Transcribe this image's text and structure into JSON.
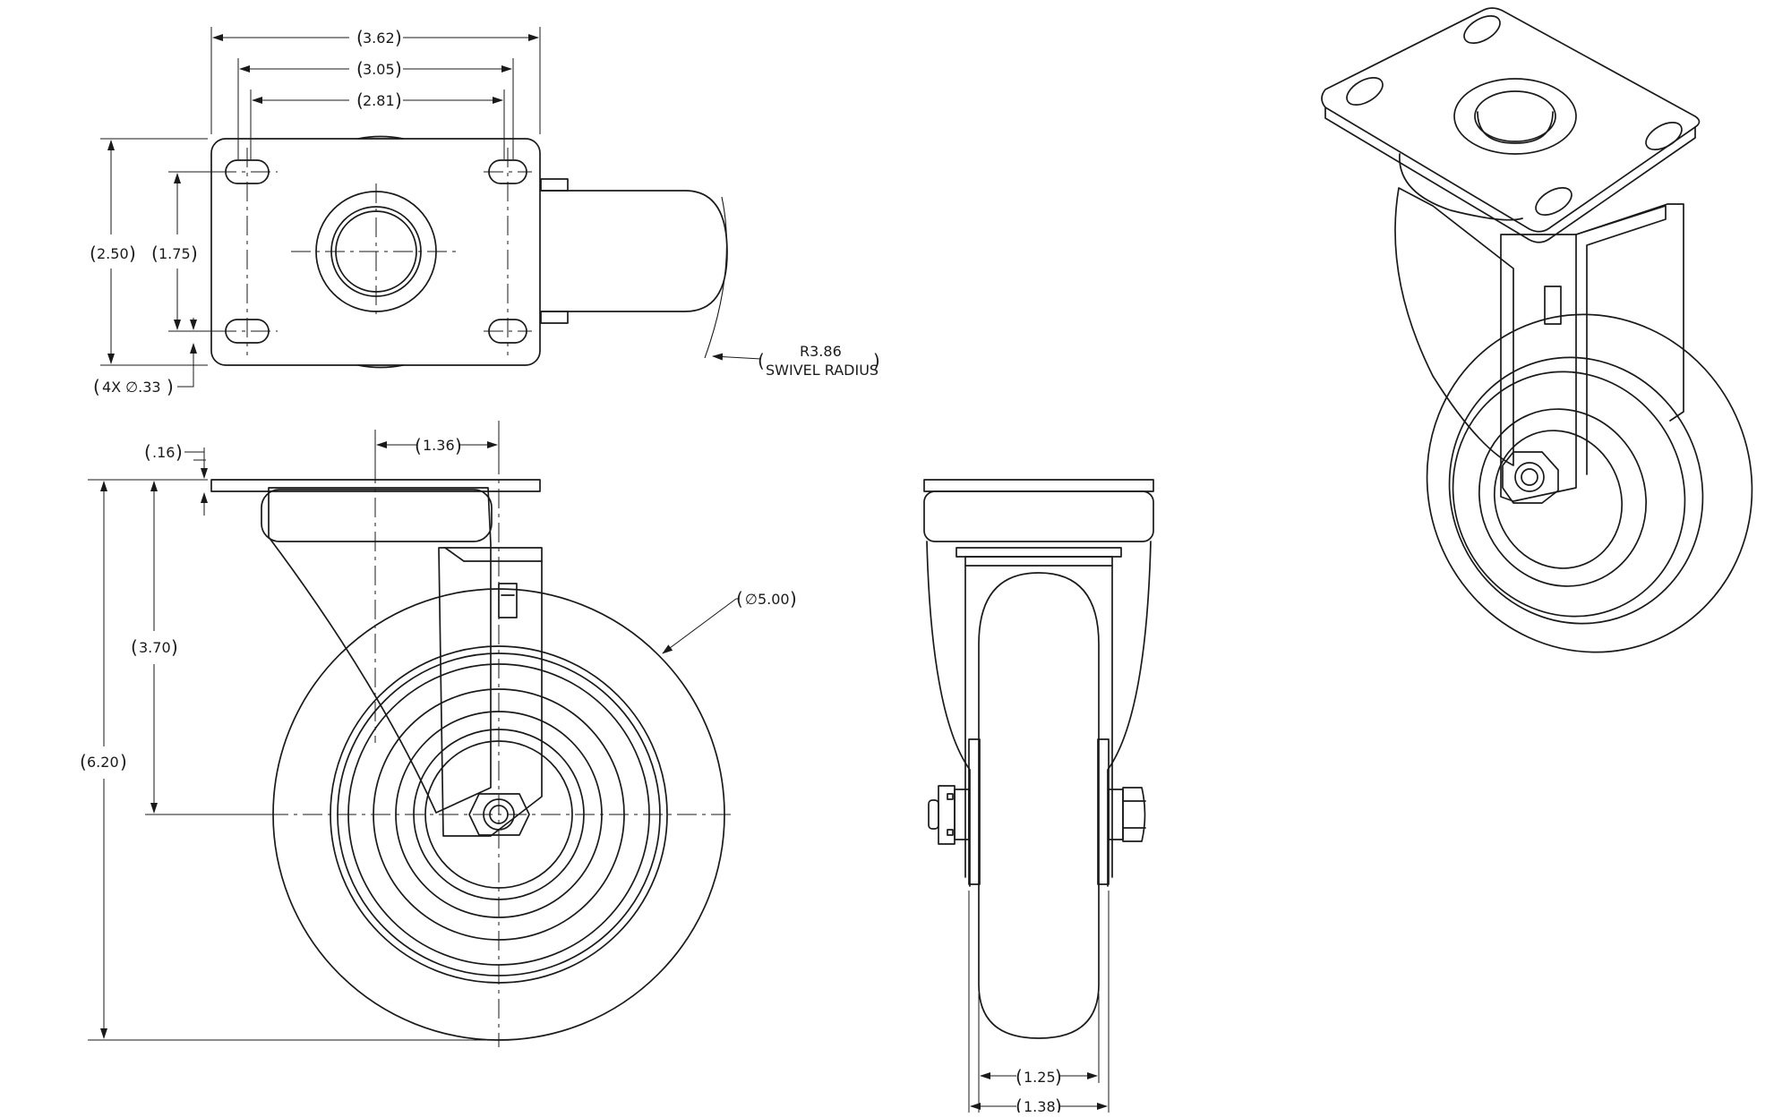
{
  "drawing": {
    "dimensions": {
      "plate_length": "3.62",
      "hole_spacing_outer": "3.05",
      "hole_spacing_inner": "2.81",
      "plate_width": "2.50",
      "hole_spacing_width": "1.75",
      "hole_callout": "4X ∅.33",
      "swivel_radius_value": "R3.86",
      "swivel_radius_label": "SWIVEL RADIUS",
      "plate_thickness": ".16",
      "swivel_offset": "1.36",
      "wheel_diameter": "∅5.00",
      "axle_height": "3.70",
      "overall_height": "6.20",
      "tread_width": "1.25",
      "hub_length": "1.38"
    },
    "colors": {
      "line": "#1a1a1a",
      "background": "#ffffff"
    }
  }
}
